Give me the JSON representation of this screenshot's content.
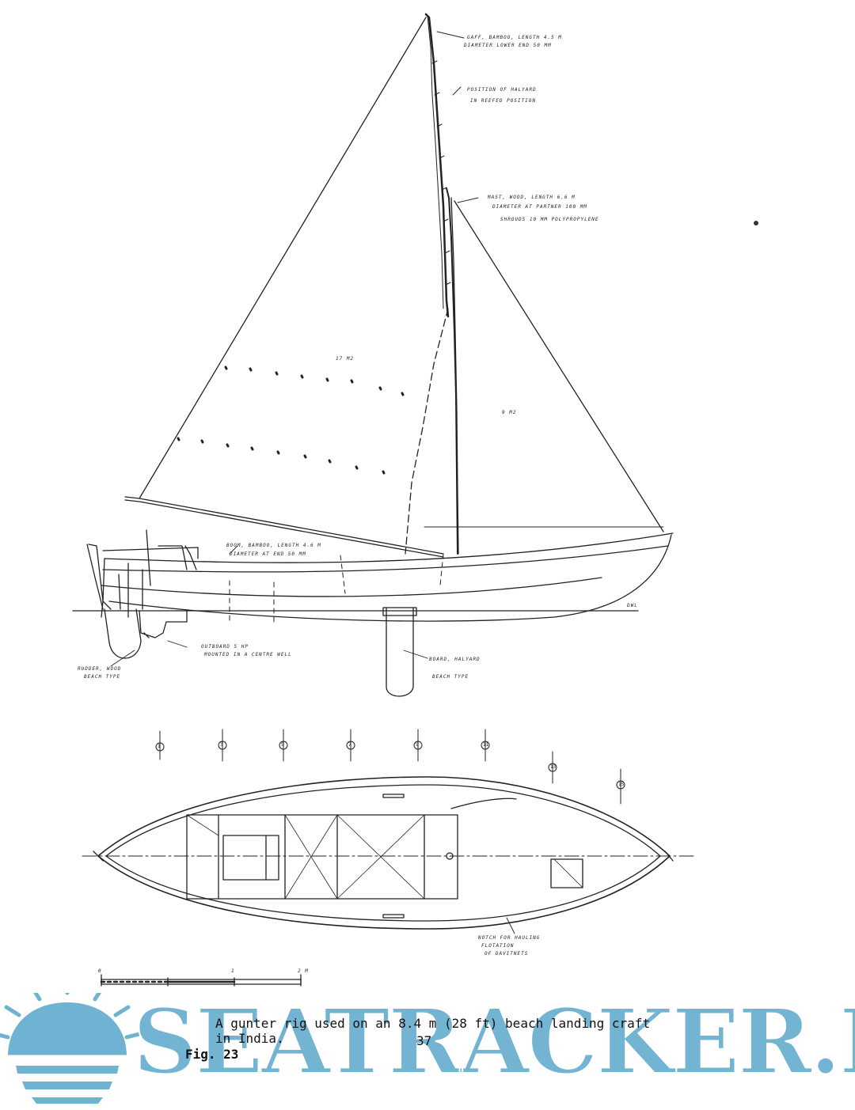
{
  "figure": {
    "label": "Fig. 23",
    "caption_line1": "A gunter rig used on an 8.4 m (28 ft) beach landing craft",
    "caption_line2": "in India.",
    "page_number": "37"
  },
  "annotations": {
    "gaff": "GAFF, BAMBOO, LENGTH 4.5 M",
    "gaff_2": "DIAMETER LOWER END 50 MM",
    "halyard": "POSITION OF HALYARD",
    "halyard_2": "IN REEFED POSITION",
    "mast": "MAST, WOOD, LENGTH 6.6 M",
    "mast_2": "DIAMETER AT PARTNER 100 MM",
    "mast_3": "SHROUDS 10 MM POLYPROPYLENE",
    "boom": "BOOM, BAMBOO, LENGTH 4.6 M",
    "boom_2": "DIAMETER AT END 50 MM",
    "area_main": "17 M2",
    "area_jib": "9 M2",
    "waterline": "DWL",
    "rudder": "RUDDER, WOOD",
    "rudder_2": "BEACH TYPE",
    "outboard": "OUTBOARD 5 HP",
    "outboard_2": "MOUNTED IN A CENTRE WELL",
    "centreboard": "BOARD, HALYARD",
    "centreboard_2": "BEACH TYPE",
    "flotation": "NOTCH FOR HAULING",
    "flotation_2": "FLOTATION",
    "flotation_3": "OF DAVITNETS",
    "scale_start": "0",
    "scale_mid": "1",
    "scale_end": "2 M",
    "station_labels": [
      "1",
      "3",
      "5",
      "7",
      "9",
      "11",
      "13",
      "15"
    ]
  },
  "watermark": {
    "text": "SEATRACKER.RU",
    "color": "#60AACD"
  }
}
